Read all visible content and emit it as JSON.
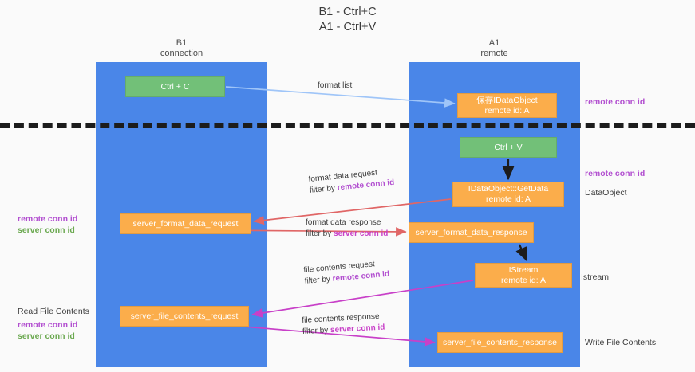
{
  "title": {
    "line1": "B1 - Ctrl+C",
    "line2": "A1 - Ctrl+V"
  },
  "columns": {
    "b1": {
      "name": "B1",
      "role": "connection"
    },
    "a1": {
      "name": "A1",
      "role": "remote"
    }
  },
  "nodes": {
    "ctrl_c": {
      "label": "Ctrl + C",
      "color": "#72c078"
    },
    "save_idataobject": {
      "line1": "保存IDataObject",
      "line2": "remote id: A",
      "color": "#fbad4b"
    },
    "ctrl_v": {
      "label": "Ctrl + V",
      "color": "#72c078"
    },
    "getdata": {
      "line1": "IDataObject::GetData",
      "line2": "remote id: A",
      "color": "#fbad4b"
    },
    "format_data_request": {
      "label": "server_format_data_request",
      "color": "#fbad4b"
    },
    "format_data_response": {
      "label": "server_format_data_response",
      "color": "#fbad4b"
    },
    "istream": {
      "line1": "IStream",
      "line2": "remote id: A",
      "color": "#fbad4b"
    },
    "file_contents_request": {
      "label": "server_file_contents_request",
      "color": "#fbad4b"
    },
    "file_contents_response": {
      "label": "server_file_contents_response",
      "color": "#fbad4b"
    }
  },
  "edges": {
    "format_list": {
      "label": "format list"
    },
    "format_data_request": {
      "line1": "format data request",
      "filter_prefix": "filter by ",
      "filter_key": "remote conn id"
    },
    "format_data_response": {
      "line1": "format data response",
      "filter_prefix": "filter by ",
      "filter_key": "server conn id"
    },
    "file_contents_request": {
      "line1": "file contents request",
      "filter_prefix": "filter by ",
      "filter_key": "remote conn id"
    },
    "file_contents_response": {
      "line1": "file contents response",
      "filter_prefix": "filter by ",
      "filter_key": "server conn id"
    }
  },
  "annotations": {
    "right_remote_conn_id_top": "remote conn id",
    "right_remote_conn_id_middle": "remote conn id",
    "right_dataobject": "DataObject",
    "right_istream": "Istream",
    "right_write_file_contents": "Write File Contents",
    "left_remote_conn_id": "remote conn id",
    "left_server_conn_id": "server conn id",
    "left_read_file_contents": "Read File Contents",
    "left_remote_conn_id_2": "remote conn id",
    "left_server_conn_id_2": "server conn id"
  },
  "colors": {
    "lane": "#4a86e8",
    "green_node": "#72c078",
    "orange_node": "#fbad4b",
    "remote_conn": "#b24fd0",
    "server_conn": "#6aa84f",
    "arrow_blue": "#9fc5f8",
    "arrow_red": "#e06666",
    "arrow_pink": "#c840c8",
    "arrow_black": "#1c1c1c",
    "background": "#fafafa"
  }
}
